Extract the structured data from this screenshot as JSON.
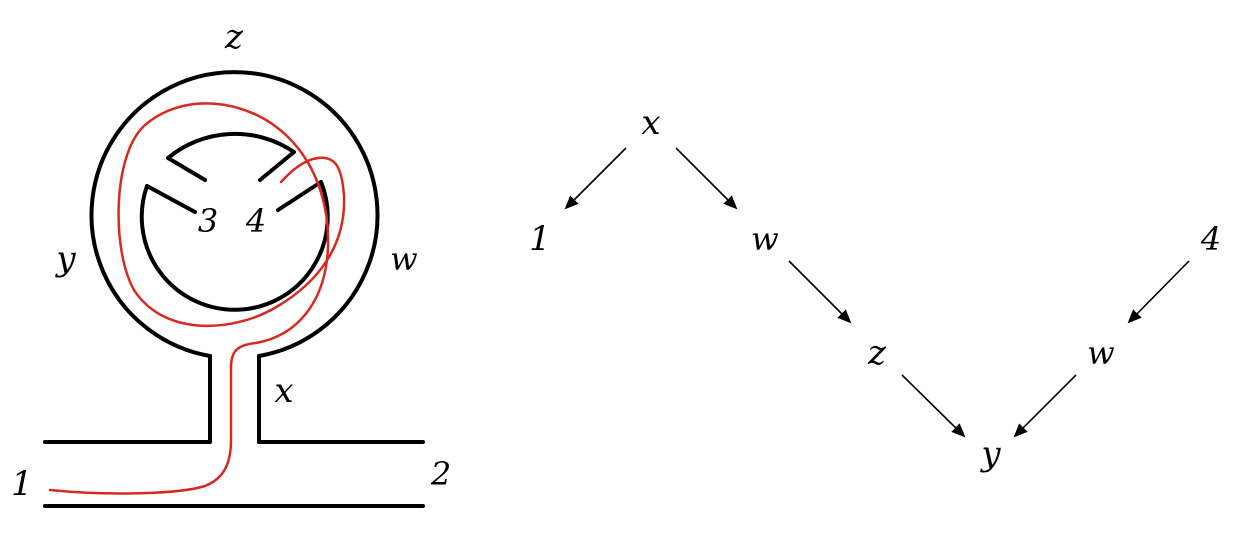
{
  "colors": {
    "line": "#000000",
    "path": "#d8291f",
    "background": "#ffffff"
  },
  "maze": {
    "labels": {
      "z": "z",
      "y": "y",
      "w": "w",
      "x": "x",
      "one": "1",
      "two": "2",
      "three": "3",
      "four": "4"
    }
  },
  "tree": {
    "nodes": {
      "x": "x",
      "one": "1",
      "w1": "w",
      "z": "z",
      "y": "y",
      "four": "4",
      "w2": "w"
    }
  }
}
